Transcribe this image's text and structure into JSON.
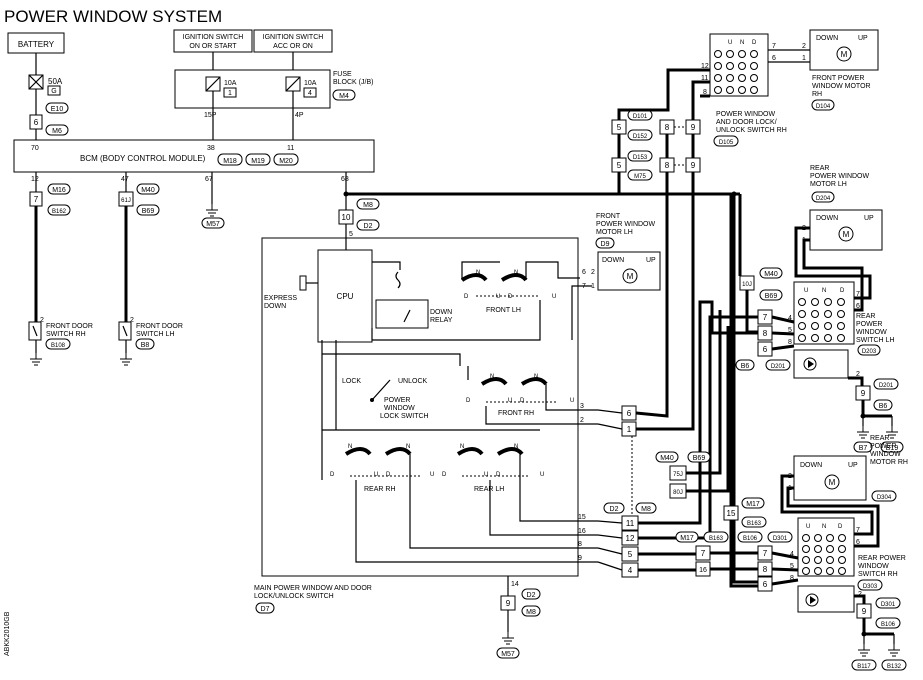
{
  "title": "POWER WINDOW SYSTEM",
  "side_code": "ABKK2010GB",
  "battery": "BATTERY",
  "ign_on": [
    "IGNITION SWITCH",
    "ON OR START"
  ],
  "ign_acc": [
    "IGNITION SWITCH",
    "ACC OR ON"
  ],
  "fuse_block": [
    "FUSE",
    "BLOCK (J/B)"
  ],
  "fuse_block_conn": "M4",
  "fuse_50a": "50A",
  "fuse_50a_id": "G",
  "fuse_10a_1": "10A",
  "fuse_10a_1_id": "1",
  "fuse_10a_2": "10A",
  "fuse_10a_2_id": "4",
  "pin_15p": "15P",
  "pin_4p": "4P",
  "conn_e10": "E10",
  "conn_m6": "M6",
  "pin_6": "6",
  "bcm_label": "BCM (BODY CONTROL MODULE)",
  "bcm_conns": [
    "M18",
    "M19",
    "M20"
  ],
  "bcm_pins": [
    "70",
    "38",
    "11",
    "12",
    "47",
    "67",
    "68"
  ],
  "m16": "M16",
  "m40": "M40",
  "m57": "M57",
  "pin_7": "7",
  "pin_61j": "61J",
  "b162": "B162",
  "b69": "B69",
  "m8": "M8",
  "d2": "D2",
  "pin_10": "10",
  "pin_5": "5",
  "front_door_rh": [
    "FRONT DOOR",
    "SWITCH RH"
  ],
  "front_door_lh": [
    "FRONT DOOR",
    "SWITCH  LH"
  ],
  "b108": "B108",
  "b8": "B8",
  "pin_2": "2",
  "cpu": "CPU",
  "express_down": [
    "EXPRESS",
    "DOWN"
  ],
  "down_relay": [
    "DOWN",
    "RELAY"
  ],
  "front_lh": "FRONT LH",
  "front_rh": "FRONT RH",
  "rear_rh": "REAR RH",
  "rear_lh": "REAR LH",
  "lock": "LOCK",
  "unlock": "UNLOCK",
  "lock_switch": [
    "POWER",
    "WINDOW",
    "LOCK SWITCH"
  ],
  "main_switch": [
    "MAIN POWER WINDOW AND DOOR",
    "LOCK/UNLOCK SWITCH"
  ],
  "d7": "D7",
  "sw_letters": [
    "N",
    "D",
    "U"
  ],
  "fplh_motor": [
    "FRONT",
    "POWER WINDOW",
    "MOTOR LH"
  ],
  "d9": "D9",
  "down": "DOWN",
  "up": "UP",
  "m_letter": "M",
  "frh_motor": [
    "FRONT POWER",
    "WINDOW MOTOR",
    "RH"
  ],
  "d104": "D104",
  "frh_switch": [
    "POWER WINDOW",
    "AND DOOR LOCK/",
    "UNLOCK SWITCH RH"
  ],
  "d105": "D105",
  "d101": "D101",
  "d152": "D152",
  "d153": "D153",
  "m75": "M75",
  "pin_8": "8",
  "pin_9": "9",
  "pin_11": "11",
  "pin_12": "12",
  "pin_1": "1",
  "pin_3": "3",
  "pin_4": "4",
  "pin_14": "14",
  "pin_15": "15",
  "pin_16": "16",
  "rlh_motor": [
    "REAR",
    "POWER WINDOW",
    "MOTOR LH"
  ],
  "d204": "D204",
  "rlh_switch": [
    "REAR",
    "POWER",
    "WINDOW",
    "SWITCH LH"
  ],
  "d203": "D203",
  "d201": "D201",
  "pin_10j": "10J",
  "b6": "B6",
  "b7": "B7",
  "b19": "B19",
  "rrh_motor": [
    "REAR",
    "POWER",
    "WINDOW",
    "MOTOR RH"
  ],
  "d304": "D304",
  "rrh_switch": [
    "REAR POWER",
    "WINDOW",
    "SWITCH RH"
  ],
  "d303": "D303",
  "d301": "D301",
  "m17": "M17",
  "b163": "B163",
  "b106": "B106",
  "pin_75j": "75J",
  "pin_80j": "80J",
  "b117": "B117",
  "b132": "B132"
}
